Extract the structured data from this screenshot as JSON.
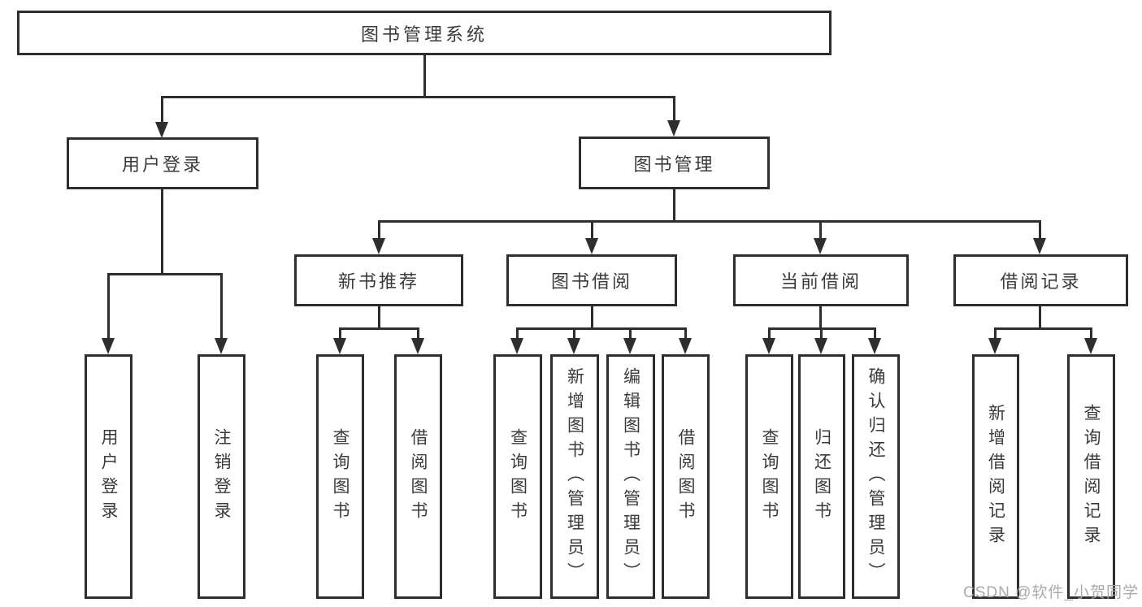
{
  "diagram_type": "hierarchy-tree",
  "colors": {
    "line": "#2e2e2e",
    "box_border": "#2e2e2e",
    "box_fill": "#ffffff",
    "text": "#3a3a3a",
    "watermark": "#a5a5a5"
  },
  "tree": {
    "label": "图书管理系统",
    "children": [
      {
        "label": "用户登录",
        "children": [
          {
            "label": "用户登录"
          },
          {
            "label": "注销登录"
          }
        ]
      },
      {
        "label": "图书管理",
        "children": [
          {
            "label": "新书推荐",
            "children": [
              {
                "label": "查询图书"
              },
              {
                "label": "借阅图书"
              }
            ]
          },
          {
            "label": "图书借阅",
            "children": [
              {
                "label": "查询图书"
              },
              {
                "label": "新增图书（管理员）"
              },
              {
                "label": "编辑图书（管理员）"
              },
              {
                "label": "借阅图书"
              }
            ]
          },
          {
            "label": "当前借阅",
            "children": [
              {
                "label": "查询图书"
              },
              {
                "label": "归还图书"
              },
              {
                "label": "确认归还（管理员）"
              }
            ]
          },
          {
            "label": "借阅记录",
            "children": [
              {
                "label": "新增借阅记录"
              },
              {
                "label": "查询借阅记录"
              }
            ]
          }
        ]
      }
    ]
  },
  "watermark": "CSDN @软件_小贺同学"
}
